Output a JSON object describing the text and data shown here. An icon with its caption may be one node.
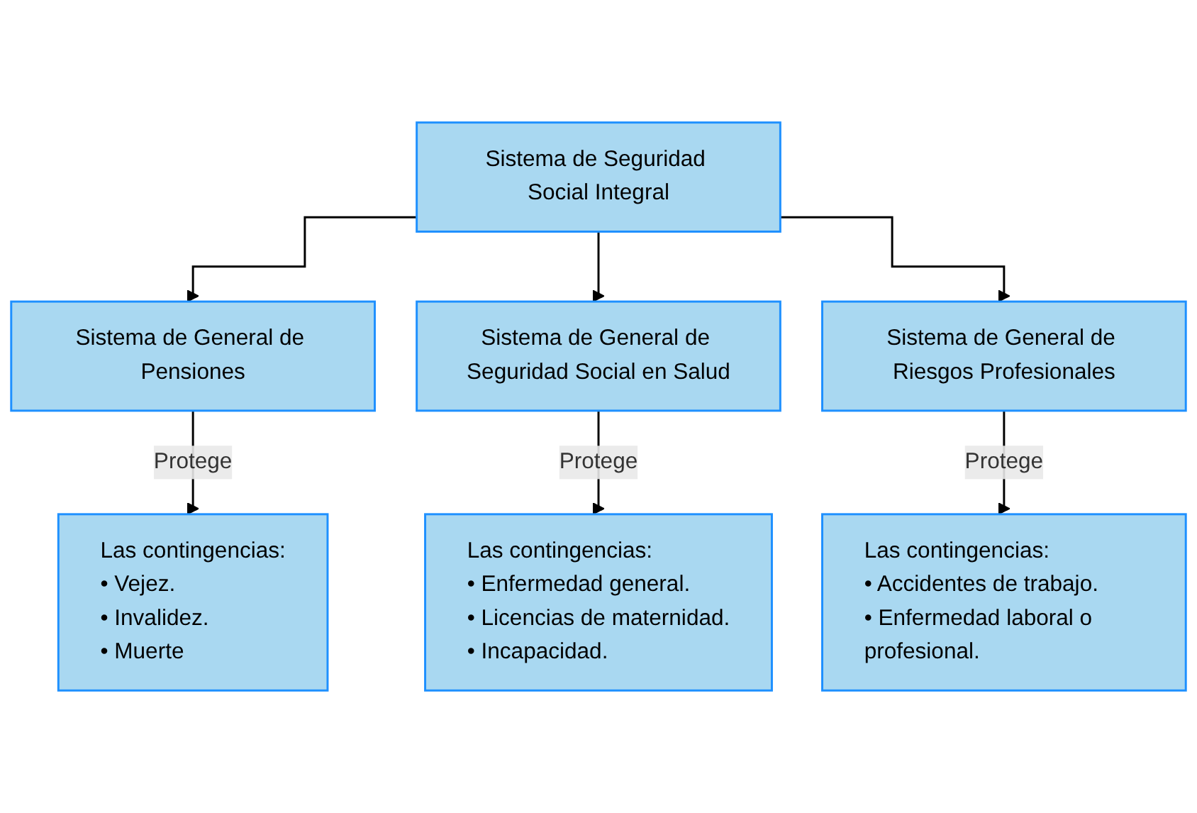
{
  "diagram": {
    "nodes": [
      {
        "text": [
          "Sistema de Seguridad Social Integral"
        ]
      },
      {
        "text": [
          "Sistema de General de Pensiones"
        ]
      },
      {
        "text": [
          "Sistema de General de Seguridad Social en Salud"
        ]
      },
      {
        "text": [
          "Sistema de General de Riesgos Profesionales"
        ]
      },
      {
        "text": [
          "Las contingencias:",
          "• Vejez.",
          "• Invalidez.",
          "• Muerte"
        ]
      },
      {
        "text": [
          "Las contingencias:",
          "• Enfermedad general.",
          "• Licencias de maternidad.",
          "• Incapacidad."
        ]
      },
      {
        "text": [
          "Las contingencias:",
          "• Accidentes de trabajo.",
          "• Enfermedad laboral o profesional."
        ]
      }
    ],
    "edges": [
      {
        "from": 0,
        "to": 1,
        "arrow": "to"
      },
      {
        "from": 0,
        "to": 2,
        "arrow": "to"
      },
      {
        "from": 0,
        "to": 3,
        "arrow": "to"
      },
      {
        "from": 1,
        "to": 4,
        "arrow": "to",
        "label": "Protege"
      },
      {
        "from": 2,
        "to": 5,
        "arrow": "to",
        "label": "Protege"
      },
      {
        "from": 3,
        "to": 6,
        "arrow": "to",
        "label": "Protege"
      }
    ]
  }
}
